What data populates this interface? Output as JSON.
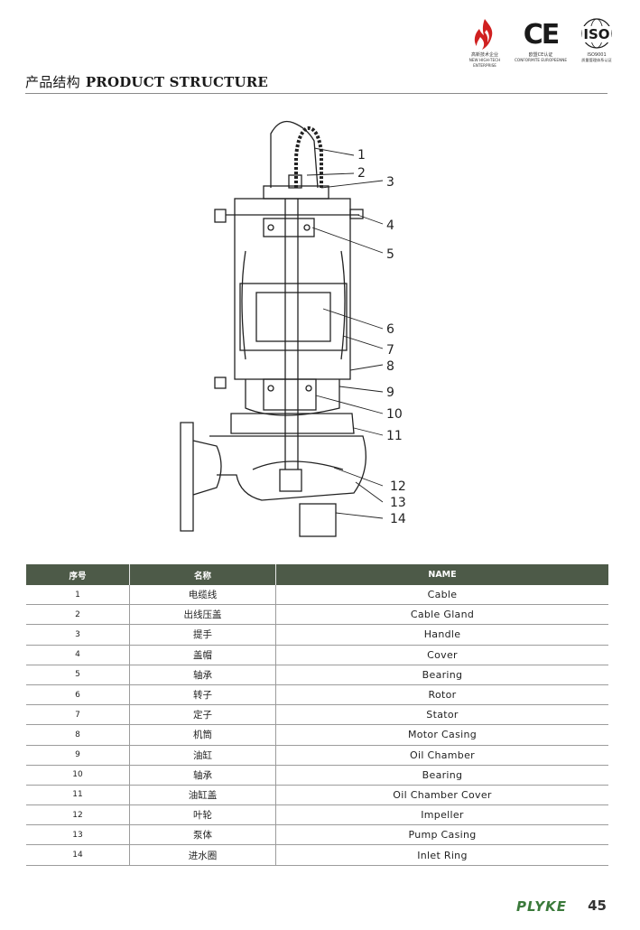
{
  "certifications": [
    {
      "name": "high-tech-enterprise",
      "caption_cn": "高新技术企业",
      "caption_en": "NEW HIGH-TECH ENTERPRISE"
    },
    {
      "name": "ce",
      "mark": "CE",
      "caption_cn": "欧盟CE认证",
      "caption_en": "CONFORMITE EUROPEENNE"
    },
    {
      "name": "iso",
      "mark": "ISO",
      "caption_cn": "ISO9001",
      "caption_en": "质量管理体系认证"
    }
  ],
  "header": {
    "title_cn": "产品结构",
    "title_en": "PRODUCT STRUCTURE"
  },
  "diagram": {
    "callouts": [
      "1",
      "2",
      "3",
      "4",
      "5",
      "6",
      "7",
      "8",
      "9",
      "10",
      "11",
      "12",
      "13",
      "14"
    ]
  },
  "table": {
    "headers": {
      "no": "序号",
      "cn": "名称",
      "en": "NAME"
    },
    "rows": [
      {
        "no": "1",
        "cn": "电缆线",
        "en": "Cable"
      },
      {
        "no": "2",
        "cn": "出线压盖",
        "en": "Cable Gland"
      },
      {
        "no": "3",
        "cn": "提手",
        "en": "Handle"
      },
      {
        "no": "4",
        "cn": "盖帽",
        "en": "Cover"
      },
      {
        "no": "5",
        "cn": "轴承",
        "en": "Bearing"
      },
      {
        "no": "6",
        "cn": "转子",
        "en": "Rotor"
      },
      {
        "no": "7",
        "cn": "定子",
        "en": "Stator"
      },
      {
        "no": "8",
        "cn": "机筒",
        "en": "Motor Casing"
      },
      {
        "no": "9",
        "cn": "油缸",
        "en": "Oil Chamber"
      },
      {
        "no": "10",
        "cn": "轴承",
        "en": "Bearing"
      },
      {
        "no": "11",
        "cn": "油缸盖",
        "en": "Oil Chamber Cover"
      },
      {
        "no": "12",
        "cn": "叶轮",
        "en": "Impeller"
      },
      {
        "no": "13",
        "cn": "泵体",
        "en": "Pump Casing"
      },
      {
        "no": "14",
        "cn": "进水圈",
        "en": "Inlet Ring"
      }
    ]
  },
  "footer": {
    "brand": "PLYKE",
    "page": "45"
  },
  "colors": {
    "table_header": "#4d5a48",
    "brand": "#3b7a3b",
    "logo_red": "#d02020"
  }
}
